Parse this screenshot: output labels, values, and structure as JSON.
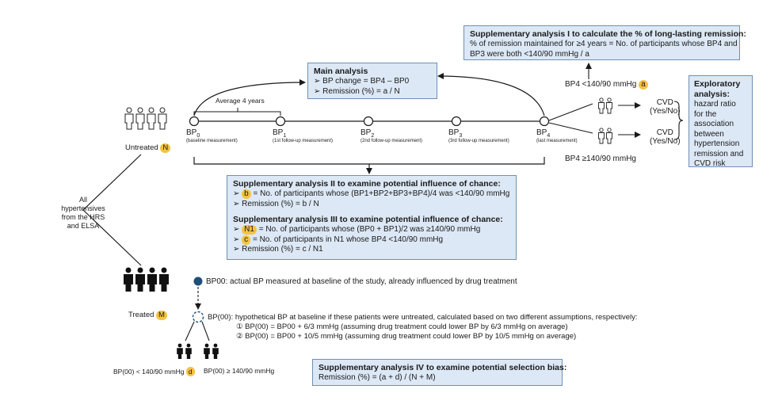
{
  "groups": {
    "all": [
      "All",
      "hypertensives",
      "from the HRS",
      "and ELSA"
    ],
    "untreated": {
      "label": "Untreated",
      "badge": "N"
    },
    "treated": {
      "label": "Treated",
      "badge": "M"
    }
  },
  "timeline": {
    "interval": "Average 4 years",
    "nodes": [
      {
        "name": "BP",
        "sub": "0",
        "caption": "(baseline measurement)"
      },
      {
        "name": "BP",
        "sub": "1",
        "caption": "(1st follow-up measurement)"
      },
      {
        "name": "BP",
        "sub": "2",
        "caption": "(2nd follow-up measurement)"
      },
      {
        "name": "BP",
        "sub": "3",
        "caption": "(3rd follow-up measurement)"
      },
      {
        "name": "BP",
        "sub": "4",
        "caption": "(last measurement)"
      }
    ]
  },
  "main": {
    "title": "Main analysis",
    "items": [
      "BP change = BP4 – BP0",
      "Remission (%) = a / N"
    ]
  },
  "supp1": {
    "title": "Supplementary analysis I to calculate the % of long-lasting remission:",
    "line1": "% of remission maintained for ≥4 years = No. of participants whose BP4 and",
    "line2": "BP3 were both <140/90 mmHg / a"
  },
  "exploratory": {
    "title": "Exploratory analysis:",
    "lines": [
      "hazard ratio",
      "for the",
      "association",
      "between",
      "hypertension",
      "remission and",
      "CVD risk"
    ]
  },
  "outcomes": {
    "low": {
      "text": "BP4 <140/90 mmHg",
      "badge": "a"
    },
    "high": {
      "text": "BP4 ≥140/90 mmHg"
    },
    "cvd": [
      "CVD",
      "(Yes/No)"
    ]
  },
  "supp2": {
    "title": "Supplementary analysis II to examine potential influence of chance:",
    "item1": "= No. of participants whose (BP1+BP2+BP3+BP4)/4 was <140/90 mmHg",
    "item1_badge": "b",
    "item2": "Remission (%) = b / N"
  },
  "supp3": {
    "title": "Supplementary analysis III to examine potential influence of chance:",
    "item1_badge": "N1",
    "item1": "= No. of participants whose (BP0 + BP1)/2 was ≥140/90 mmHg",
    "item2_badge": "c",
    "item2": "= No. of participants in N1 whose BP4 <140/90 mmHg",
    "item3": "Remission (%) = c / N1"
  },
  "treated": {
    "bp00": "BP00: actual BP measured at baseline of the study, already influenced by drug treatment",
    "bp00h": "BP(00): hypothetical BP at baseline if these patients were untreated, calculated based on two different assumptions, respectively:",
    "assump1": "① BP(00) = BP00 + 6/3 mmHg (assuming drug treatment could lower BP by 6/3 mmHg on average)",
    "assump2": "② BP(00) = BP00 + 10/5 mmHg (assuming drug treatment could lower BP by 10/5 mmHg on average)",
    "low": "BP(00) < 140/90 mmHg",
    "low_badge": "d",
    "high": "BP(00) ≥ 140/90 mmHg"
  },
  "supp4": {
    "title": "Supplementary analysis IV to examine potential selection bias:",
    "formula": "Remission (%) = (a + d) / (N + M)"
  },
  "colors": {
    "box_fill": "#dce8f5",
    "box_border": "#6f8fb3",
    "badge": "#f5c242",
    "dot": "#1f4e79"
  }
}
